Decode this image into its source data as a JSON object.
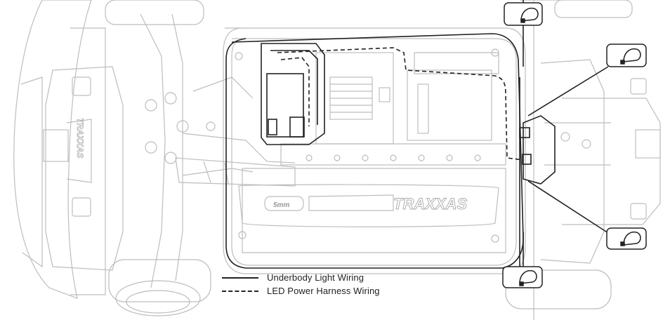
{
  "diagram": {
    "brand_mark": "TRAXXAS",
    "battery_label": "5mm"
  },
  "legend": {
    "items": [
      {
        "label": "Underbody Light Wiring",
        "style": "solid"
      },
      {
        "label": "LED Power Harness Wiring",
        "style": "dashed"
      }
    ]
  },
  "colors": {
    "line": "#222222",
    "chassis_outline": "#bdbdbd",
    "background": "#ffffff"
  }
}
